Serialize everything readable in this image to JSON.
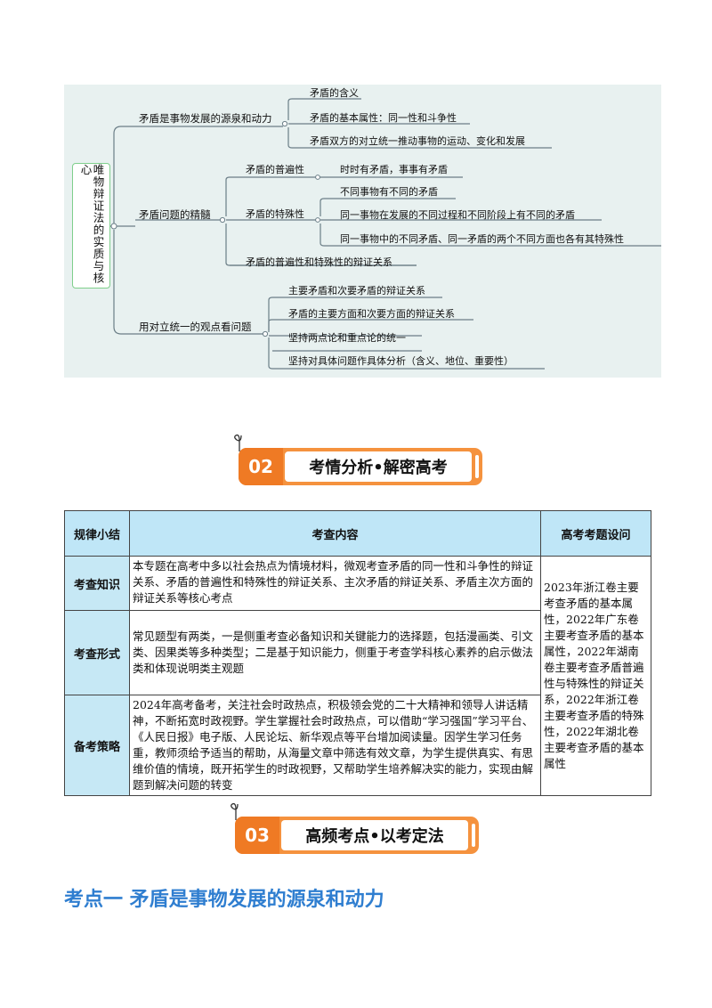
{
  "mindmap": {
    "root": "唯物辩证法的实质与核心",
    "branches": [
      {
        "label": "矛盾是事物发展的源泉和动力",
        "children": [
          "矛盾的含义",
          "矛盾的基本属性：同一性和斗争性",
          "矛盾双方的对立统一推动事物的运动、变化和发展"
        ]
      },
      {
        "label": "矛盾问题的精髓",
        "sub": [
          {
            "label": "矛盾的普遍性",
            "children": [
              "时时有矛盾，事事有矛盾"
            ]
          },
          {
            "label": "矛盾的特殊性",
            "children": [
              "不同事物有不同的矛盾",
              "同一事物在发展的不同过程和不同阶段上有不同的矛盾",
              "同一事物中的不同矛盾、同一矛盾的两个不同方面也各有其特殊性"
            ]
          },
          {
            "label": "矛盾的普遍性和特殊性的辩证关系",
            "children": []
          }
        ]
      },
      {
        "label": "用对立统一的观点看问题",
        "children": [
          "主要矛盾和次要矛盾的辩证关系",
          "矛盾的主要方面和次要方面的辩证关系",
          "坚持两点论和重点论的统一",
          "坚持对具体问题作具体分析（含义、地位、重要性）"
        ]
      }
    ]
  },
  "banner02": {
    "number": "02",
    "title": "考情分析•解密高考"
  },
  "banner03": {
    "number": "03",
    "title": "高频考点•以考定法"
  },
  "table": {
    "headers": [
      "规律小结",
      "考查内容",
      "高考考题设问"
    ],
    "rows": [
      {
        "label": "考查知识",
        "content": "本专题在高考中多以社会热点为情境材料，微观考查矛盾的同一性和斗争性的辩证关系、矛盾的普遍性和特殊性的辩证关系、主次矛盾的辩证关系、矛盾主次方面的辩证关系等核心考点"
      },
      {
        "label": "考查形式",
        "content": "常见题型有两类，一是侧重考查必备知识和关键能力的选择题，包括漫画类、引文类、因果类等多种类型；二是基于知识能力，侧重于考查学科核心素养的启示做法类和体现说明类主观题"
      },
      {
        "label": "备考策略",
        "content": "2024年高考备考，关注社会时政热点，积极领会党的二十大精神和领导人讲话精神，不断拓宽时政视野。学生掌握社会时政热点，可以借助“学习强国”学习平台、《人民日报》电子版、人民论坛、新华观点等平台增加阅读量。因学生学习任务重，教师须给予适当的帮助，从海量文章中筛选有效文章，为学生提供真实、有思维价值的情境，既开拓学生的时政视野，又帮助学生培养解决实的能力，实现由解题到解决问题的转变"
      }
    ],
    "side_note": "2023年浙江卷主要考查矛盾的基本属性，2022年广东卷主要考查矛盾的基本属性，2022年湖南卷主要考查矛盾普遍性与特殊性的辩证关系，2022年浙江卷主要考查矛盾的特殊性，2022年湖北卷主要考查矛盾的基本属性"
  },
  "heading": "考点一  矛盾是事物发展的源泉和动力",
  "colors": {
    "accent": "#f5923e",
    "accent_dark": "#ef7a24",
    "heading_blue": "#2f7ed0",
    "table_header": "#bfe6f7",
    "mindmap_bg": "#e8f1f0"
  }
}
